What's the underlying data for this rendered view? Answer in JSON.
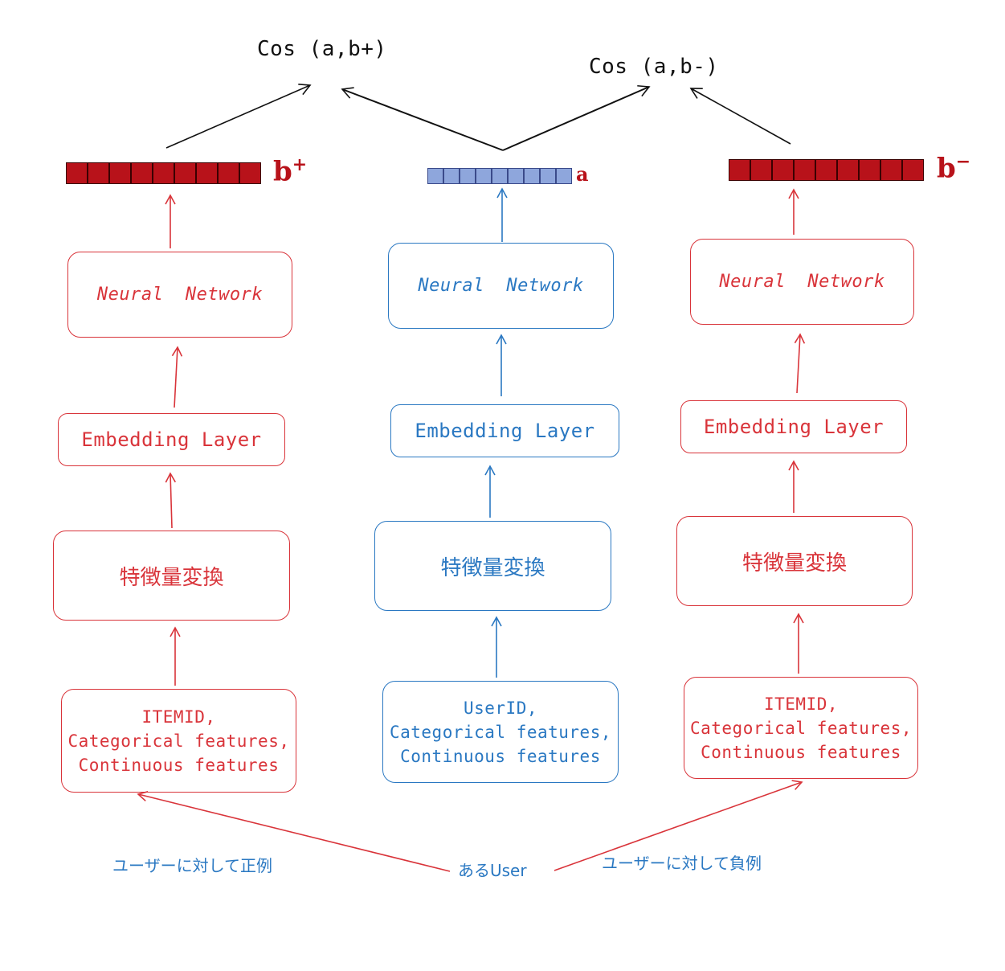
{
  "top": {
    "cos_pos": "Cos (a,b+)",
    "cos_neg": "Cos (a,b-)"
  },
  "vectors": {
    "positive": "b",
    "positive_sup": "+",
    "anchor": "a",
    "negative": "b",
    "negative_sup": "−"
  },
  "left_column": {
    "network": "Neural  Network",
    "embedding": "Embedding Layer",
    "transform": "特徴量変換",
    "input": "ITEMID,\nCategorical features,\nContinuous features"
  },
  "center_column": {
    "network": "Neural  Network",
    "embedding": "Embedding Layer",
    "transform": "特徴量変換",
    "input": "UserID,\nCategorical features,\nContinuous features"
  },
  "right_column": {
    "network": "Neural  Network",
    "embedding": "Embedding Layer",
    "transform": "特徴量変換",
    "input": "ITEMID,\nCategorical features,\nContinuous features"
  },
  "bottom": {
    "user": "あるUser",
    "positive_label": "ユーザーに対して正例",
    "negative_label": "ユーザーに対して負例"
  },
  "colors": {
    "red": "#d9343a",
    "blue": "#2a78c2",
    "black": "#111111"
  }
}
